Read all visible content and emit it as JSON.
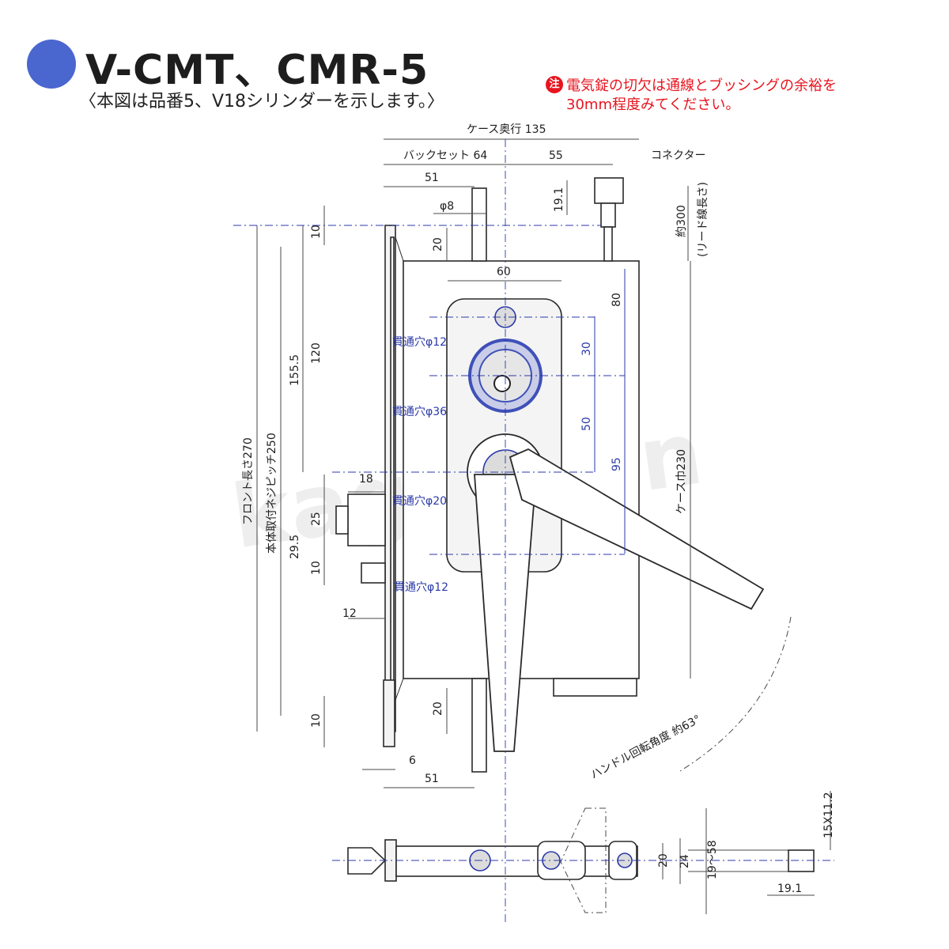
{
  "header": {
    "title": "V-CMT、CMR-5",
    "subtitle": "〈本図は品番5、V18シリンダーを示します。〉",
    "dot_color": "#4a66cf"
  },
  "note": {
    "badge": "注",
    "line1": "電気錠の切欠は通線とブッシングの余裕を",
    "line2": "30mm程度みてください。",
    "color": "#e8141e"
  },
  "watermark": "kagidown",
  "dimensions": {
    "case_depth": "ケース奥行 135",
    "backset": "バックセット 64",
    "d55": "55",
    "d51_top": "51",
    "d191_top": "19.1",
    "connector": "コネクター",
    "phi8": "φ8",
    "d20_top": "20",
    "d10_top": "10",
    "d60": "60",
    "d80": "80",
    "lead_length": "約300",
    "lead_note": "(リード線長さ)",
    "d120": "120",
    "d1555": "155.5",
    "d30": "30",
    "d50": "50",
    "d95": "95",
    "hole12_top": "貫通穴φ12",
    "hole36": "貫通穴φ36",
    "hole20": "貫通穴φ20",
    "hole12_bottom": "貫通穴φ12",
    "front_length": "フロント長さ270",
    "screw_pitch": "本体取付ネジピッチ250",
    "case_width": "ケース巾230",
    "d18": "18",
    "d25": "25",
    "d295": "29.5",
    "d10_mid": "10",
    "d12": "12",
    "d20_bottom": "20",
    "d10_bottom": "10",
    "d6": "6",
    "d51_bottom": "51",
    "handle_angle": "ハンドル回転角度 約63°",
    "d15x112": "15X11.2",
    "d20_side": "20",
    "d24": "24",
    "d1958": "19～58",
    "d191_bottom": "19.1"
  },
  "colors": {
    "line": "#2a2a2a",
    "blue": "#2b3aa8",
    "cylinder": "#3f50b8",
    "case_fill": "#ffffff",
    "plate_fill": "#f4f4f4"
  }
}
